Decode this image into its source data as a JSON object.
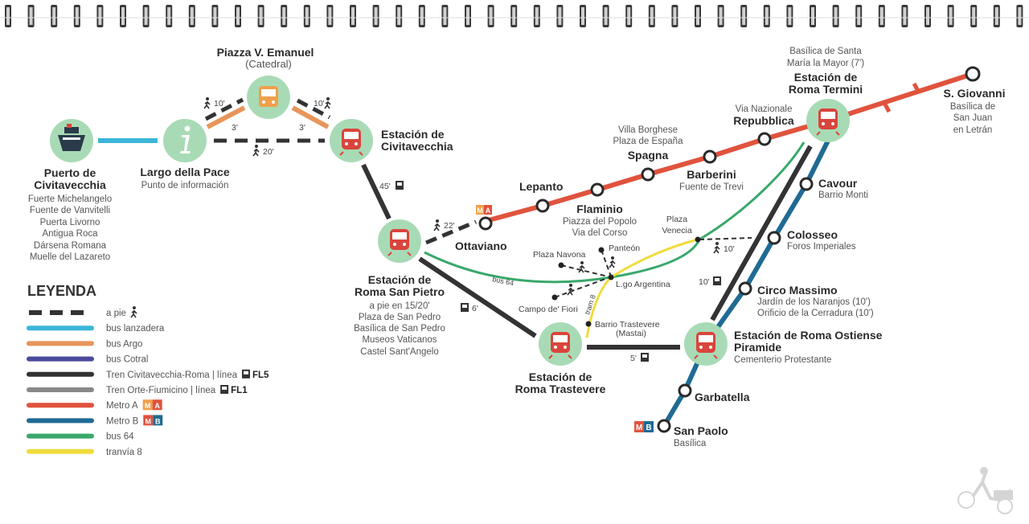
{
  "hubs": {
    "puerto": {
      "name1": "Puerto de",
      "name2": "Civitavecchia",
      "icon": "ship-icon",
      "subs": [
        "Fuerte Michelangelo",
        "Fuente de Vanvitelli",
        "Puerta Livorno",
        "Antigua Roca",
        "Dársena Romana",
        "Muelle del Lazareto"
      ]
    },
    "largo": {
      "name": "Largo della Pace",
      "sub": "Punto de información",
      "icon": "info-icon"
    },
    "piazza": {
      "name1": "Piazza V. Emanuel",
      "name2": "(Catedral)",
      "icon": "bus-icon"
    },
    "civitavecchia": {
      "name1": "Estación de",
      "name2": "Civitavecchia",
      "icon": "train-icon"
    },
    "sanpietro": {
      "name1": "Estación de",
      "name2": "Roma San Pietro",
      "icon": "train-icon",
      "subs": [
        "a pie en 15/20'",
        "Plaza de San Pedro",
        "Basílica de San Pedro",
        "Museos Vaticanos",
        "Castel Sant'Angelo"
      ]
    },
    "trastevere": {
      "name1": "Estación de",
      "name2": "Roma Trastevere",
      "icon": "train-icon"
    },
    "ostiense": {
      "name1": "Estación de Roma Ostiense",
      "name2": "Piramide",
      "sub": "Cementerio Protestante",
      "icon": "train-icon"
    },
    "termini": {
      "name1": "Estación de",
      "name2": "Roma Termini",
      "above1": "Basílica de Santa",
      "above2": "María la Mayor (7')",
      "icon": "train-icon"
    }
  },
  "stations": {
    "ottaviano": {
      "name": "Ottaviano"
    },
    "lepanto": {
      "name": "Lepanto"
    },
    "flaminio": {
      "name": "Flaminio",
      "subs": [
        "Piazza del Popolo",
        "Via del Corso"
      ]
    },
    "spagna": {
      "name": "Spagna",
      "above": [
        "Villa Borghese",
        "Plaza de España"
      ]
    },
    "barberini": {
      "name": "Barberini",
      "sub": "Fuente de Trevi"
    },
    "repubblica": {
      "name": "Repubblica",
      "above": "Via Nazionale"
    },
    "sgiovanni": {
      "name": "S. Giovanni",
      "subs": [
        "Basílica de",
        "San Juan",
        "en Letrán"
      ]
    },
    "cavour": {
      "name": "Cavour",
      "sub": "Barrio Monti"
    },
    "colosseo": {
      "name": "Colosseo",
      "sub": "Foros Imperiales"
    },
    "circo": {
      "name": "Circo Massimo",
      "subs": [
        "Jardín de los Naranjos (10')",
        "Orificio de la Cerradura (10')"
      ]
    },
    "garbatella": {
      "name": "Garbatella"
    },
    "sanpaolo": {
      "name": "San Paolo",
      "sub": "Basílica"
    }
  },
  "points": {
    "panteon": "Panteón",
    "navona": "Plaza Navona",
    "argentina": "L.go Argentina",
    "campo": "Campo de' Fiori",
    "venecia1": "Plaza",
    "venecia2": "Venecia",
    "mastai1": "Barrio Trastevere",
    "mastai2": "(Mastai)"
  },
  "times": {
    "walk_largo_piazza": "10'",
    "walk_piazza_civ": "10'",
    "argo_left": "3'",
    "argo_right": "3'",
    "walk_largo_civ": "20'",
    "train_civ_sp": "45'",
    "walk_sp_ottaviano": "22'",
    "train_sp_trastevere": "6'",
    "train_trastevere_ostiense": "5'",
    "train_ostiense_termini": "10'",
    "walk_venecia_colosseo": "10'"
  },
  "line_labels": {
    "bus64": "bus 64",
    "tram8": "tram 8",
    "metro_a_badge": "M",
    "metro_a_letter": "A",
    "metro_b_badge": "M",
    "metro_b_letter": "B"
  },
  "legend": {
    "title": "LEYENDA",
    "items": [
      {
        "label": "a pie",
        "color": "#333333",
        "dashed": true,
        "icon": "walk"
      },
      {
        "label": "bus lanzadera",
        "color": "#3bb5d8"
      },
      {
        "label": "bus Argo",
        "color": "#e8955a"
      },
      {
        "label": "bus Cotral",
        "color": "#4a4a9c"
      },
      {
        "label": "Tren Civitavecchia-Roma | línea",
        "color": "#333333",
        "icon": "train",
        "code": "FL5"
      },
      {
        "label": "Tren Orte-Fiumicino | línea",
        "color": "#888888",
        "icon": "train",
        "code": "FL1"
      },
      {
        "label": "Metro A",
        "color": "#e0533d",
        "badge": "MA"
      },
      {
        "label": "Metro B",
        "color": "#1f6b94",
        "badge": "MB"
      },
      {
        "label": "bus 64",
        "color": "#3aa86b"
      },
      {
        "label": "tranvía 8",
        "color": "#f0dc3c"
      }
    ]
  },
  "colors": {
    "metroA": "#e0533d",
    "metroB": "#1f6b94",
    "train": "#333333",
    "shuttle": "#3bb5d8",
    "argo": "#e8955a",
    "bus64": "#3aa86b",
    "tram8": "#f0dc3c",
    "hubFill": "#a8dbb5",
    "trainRed": "#d9453c",
    "busOrange": "#f0a04b",
    "badgeA": "#f0a04b",
    "badgeB": "#1f6b94"
  }
}
